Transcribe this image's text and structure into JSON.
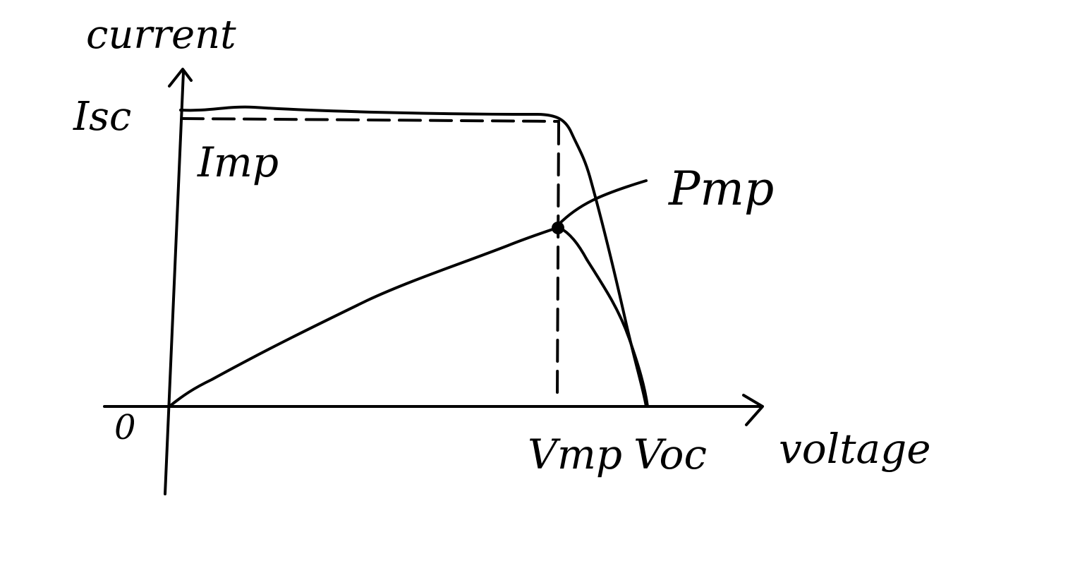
{
  "labels": {
    "y_axis": "current",
    "x_axis": "voltage",
    "origin": "0",
    "isc": "Isc",
    "imp": "Imp",
    "pmp": "Pmp",
    "vmp": "Vmp",
    "voc": "Voc"
  },
  "colors": {
    "ink": "#000000",
    "background": "#ffffff"
  }
}
